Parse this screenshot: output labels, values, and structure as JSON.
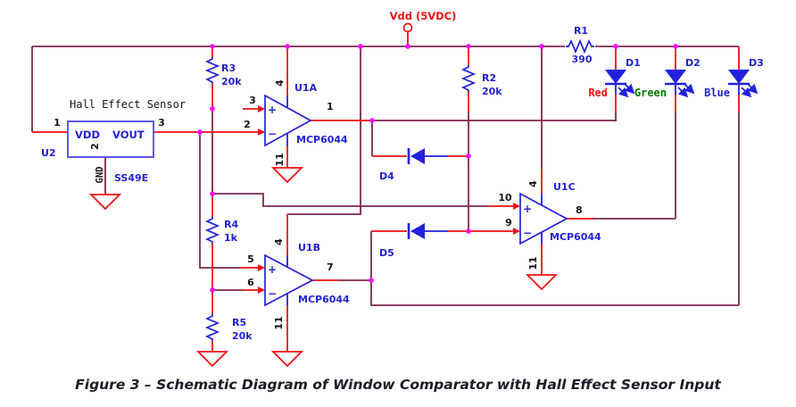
{
  "colors": {
    "wire": "#7B2850",
    "red": "#F01111",
    "blue": "#2121DC",
    "boxblue": "#5A5AE6",
    "junction": "#FF00FF",
    "pintext": "#141414",
    "green": "#008000",
    "caption": "#1C1C26"
  },
  "power": {
    "vdd": "Vdd (5VDC)"
  },
  "components": {
    "r1": {
      "ref": "R1",
      "value": "390"
    },
    "r2": {
      "ref": "R2",
      "value": "20k"
    },
    "r3": {
      "ref": "R3",
      "value": "20k"
    },
    "r4": {
      "ref": "R4",
      "value": "1k"
    },
    "r5": {
      "ref": "R5",
      "value": "20k"
    },
    "u1a": {
      "ref": "U1A",
      "part": "MCP6044",
      "plus": "+",
      "minus": "−",
      "pin_inp": "3",
      "pin_inn": "2",
      "pin_out": "1",
      "pin_v": "4",
      "pin_g": "11"
    },
    "u1b": {
      "ref": "U1B",
      "part": "MCP6044",
      "plus": "+",
      "minus": "−",
      "pin_inp": "5",
      "pin_inn": "6",
      "pin_out": "7",
      "pin_v": "4",
      "pin_g": "11"
    },
    "u1c": {
      "ref": "U1C",
      "part": "MCP6044",
      "plus": "+",
      "minus": "−",
      "pin_inp": "10",
      "pin_inn": "9",
      "pin_out": "8",
      "pin_v": "4",
      "pin_g": "11"
    },
    "u2": {
      "ref": "U2",
      "part": "SS49E",
      "title": "Hall Effect Sensor",
      "pin1": "1",
      "pin2": "2",
      "pin3": "3",
      "vdd": "VDD",
      "vout": "VOUT",
      "gnd": "GND"
    },
    "d1": {
      "ref": "D1",
      "color_name": "Red"
    },
    "d2": {
      "ref": "D2",
      "color_name": "Green"
    },
    "d3": {
      "ref": "D3",
      "color_name": "Blue"
    },
    "d4": {
      "ref": "D4"
    },
    "d5": {
      "ref": "D5"
    }
  },
  "caption": "Figure 3 – Schematic Diagram of Window Comparator with Hall Effect Sensor Input"
}
